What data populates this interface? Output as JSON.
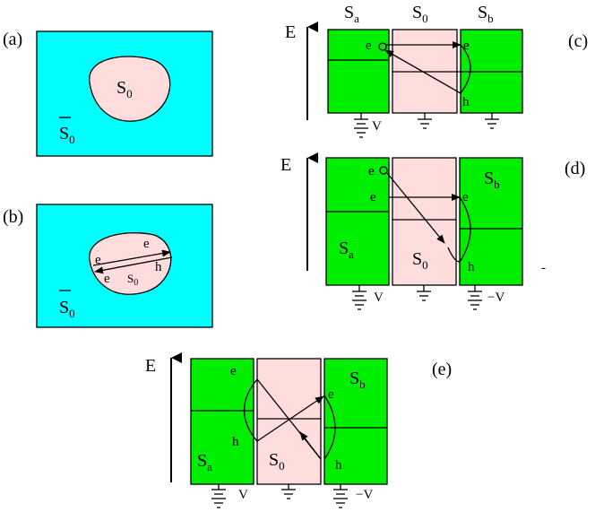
{
  "colors": {
    "outer_region": "#00ffff",
    "inner_region": "#ffdddd",
    "superconductor": "#00ee00",
    "normal_metal": "#ffdddd",
    "line": "#000000"
  },
  "panels": {
    "a": {
      "tag": "(a)",
      "inner": "S",
      "inner_sub": "0",
      "outer": "S",
      "outer_sub": "0"
    },
    "b": {
      "tag": "(b)",
      "e1": "e",
      "e2": "e",
      "e3": "e",
      "h": "h",
      "inner": "S",
      "inner_sub": "0",
      "outer": "S",
      "outer_sub": "0"
    },
    "c": {
      "tag": "(c)",
      "axis": "E",
      "sa": "S",
      "sa_sub": "a",
      "s0": "S",
      "s0_sub": "0",
      "sb": "S",
      "sb_sub": "b",
      "e_left": "e",
      "e_right": "e",
      "h": "h",
      "v_left": "V"
    },
    "d": {
      "tag": "(d)",
      "axis": "E",
      "e_top": "e",
      "e_mid": "e",
      "e_right": "e",
      "h": "h",
      "sa": "S",
      "sa_sub": "a",
      "s0": "S",
      "s0_sub": "0",
      "sb": "S",
      "sb_sub": "b",
      "v_left": "V",
      "v_right": "−V",
      "dash": "-"
    },
    "e": {
      "tag": "(e)",
      "axis": "E",
      "e_left": "e",
      "h_left": "h",
      "e_right": "e",
      "h_right": "h",
      "sa": "S",
      "sa_sub": "a",
      "s0": "S",
      "s0_sub": "0",
      "sb": "S",
      "sb_sub": "b",
      "v_left": "V",
      "v_right": "−V"
    }
  }
}
